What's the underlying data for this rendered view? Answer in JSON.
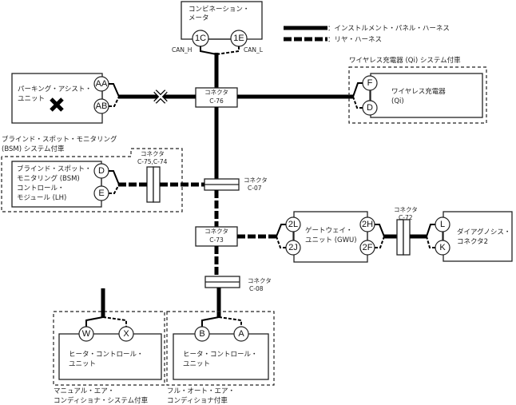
{
  "legend": {
    "solid_label": "：インストルメント・パネル・ハーネス",
    "dashed_label": "：リヤ・ハーネス"
  },
  "meter": {
    "name_line1": "コンビネーション・",
    "name_line2": "メータ",
    "pin_left": "1C",
    "pin_right": "1E",
    "can_h": "CAN_H",
    "can_l": "CAN_L"
  },
  "parking_assist": {
    "name_line1": "パーキング・アシスト・",
    "name_line2": "ユニット",
    "pin_top": "AA",
    "pin_bottom": "AB",
    "status": "not-equipped"
  },
  "connector_c76": {
    "line1": "コネクタ",
    "line2": "C-76"
  },
  "wireless_charger": {
    "group_title": "ワイヤレス充電器 (Qi) システム付車",
    "name_line1": "ワイヤレス充電器",
    "name_line2": "(Qi)",
    "pin_top": "F",
    "pin_bottom": "D"
  },
  "bsm": {
    "group_title_line1": "ブラインド・スポット・モニタリング",
    "group_title_line2": "(BSM) システム付車",
    "name_line1": "ブラインド・スポット・",
    "name_line2": "モニタリング (BSM)",
    "name_line3": "コントロール・",
    "name_line4": "モジュール (LH)",
    "pin_top": "D",
    "pin_bottom": "E",
    "connector_line1": "コネクタ",
    "connector_line2": "C-75,C-74"
  },
  "connector_c07": {
    "line1": "コネクタ",
    "line2": "C-07"
  },
  "connector_c73": {
    "line1": "コネクタ",
    "line2": "C-73"
  },
  "gateway": {
    "name_line1": "ゲートウェイ・",
    "name_line2": "ユニット (GWU)",
    "pin_left_top": "2L",
    "pin_left_bottom": "2J",
    "pin_right_top": "2H",
    "pin_right_bottom": "2F"
  },
  "connector_c72": {
    "line1": "コネクタ",
    "line2": "C-72"
  },
  "diag_connector": {
    "name_line1": "ダイアグノシス・",
    "name_line2": "コネクタ2",
    "pin_top": "L",
    "pin_bottom": "K"
  },
  "connector_c08": {
    "line1": "コネクタ",
    "line2": "C-08"
  },
  "heater_manual": {
    "name_line1": "ヒータ・コントロール・",
    "name_line2": "ユニット",
    "pin_left": "W",
    "pin_right": "X",
    "group_title_line1": "マニュアル・エア・",
    "group_title_line2": "コンディショナ・システム付車"
  },
  "heater_auto": {
    "name_line1": "ヒータ・コントロール・",
    "name_line2": "ユニット",
    "pin_left": "B",
    "pin_right": "A",
    "group_title_line1": "フル・オート・エア・",
    "group_title_line2": "コンディショナ付車"
  }
}
